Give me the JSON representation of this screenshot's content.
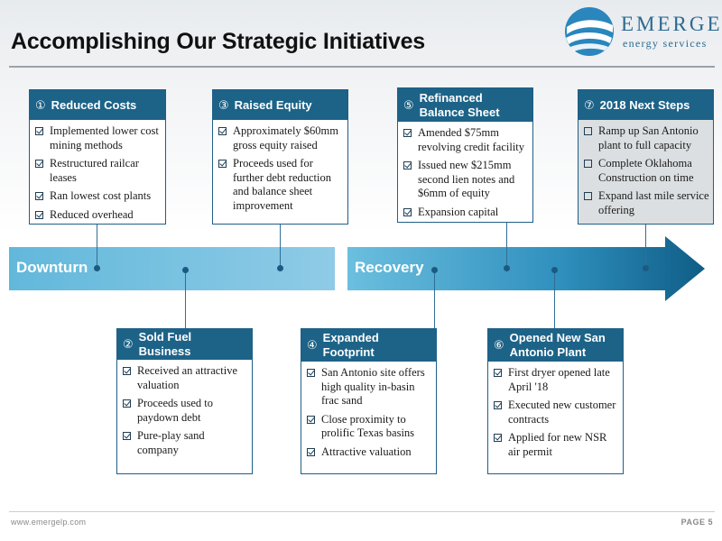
{
  "title": "Accomplishing Our Strategic Initiatives",
  "logo": {
    "word": "EMERGE",
    "sub": "energy services"
  },
  "colors": {
    "header_blue": "#1d6388",
    "band_light": "#62b8db",
    "arrow_dark": "#156a95",
    "next_steps_bg": "#dcdfe1"
  },
  "timeline": {
    "left_label": "Downturn",
    "right_label": "Recovery"
  },
  "cards": [
    {
      "num": "①",
      "title": "Reduced Costs",
      "items": [
        "Implemented lower cost mining methods",
        "Restructured railcar leases",
        "Ran lowest cost plants",
        "Reduced overhead"
      ]
    },
    {
      "num": "②",
      "title": "Sold Fuel Business",
      "items": [
        "Received an attractive valuation",
        "Proceeds used to paydown debt",
        "Pure-play sand company"
      ]
    },
    {
      "num": "③",
      "title": "Raised Equity",
      "items": [
        "Approximately $60mm gross equity raised",
        "Proceeds used for further debt reduction and balance sheet improvement"
      ]
    },
    {
      "num": "④",
      "title": "Expanded Footprint",
      "items": [
        "San Antonio site offers high quality in-basin frac sand",
        "Close proximity to prolific Texas basins",
        "Attractive valuation"
      ]
    },
    {
      "num": "⑤",
      "title": "Refinanced Balance Sheet",
      "items": [
        "Amended $75mm revolving credit facility",
        "Issued new $215mm second lien notes and $6mm of equity",
        "Expansion capital"
      ]
    },
    {
      "num": "⑥",
      "title": "Opened New San Antonio Plant",
      "items": [
        "First dryer opened late April '18",
        "Executed new customer contracts",
        "Applied for new NSR air permit"
      ]
    },
    {
      "num": "⑦",
      "title": "2018 Next Steps",
      "items": [
        "Ramp up San Antonio plant to full capacity",
        "Complete Oklahoma Construction on time",
        "Expand last mile service offering"
      ]
    }
  ],
  "footer": {
    "url": "www.emergelp.com",
    "page": "PAGE 5"
  }
}
